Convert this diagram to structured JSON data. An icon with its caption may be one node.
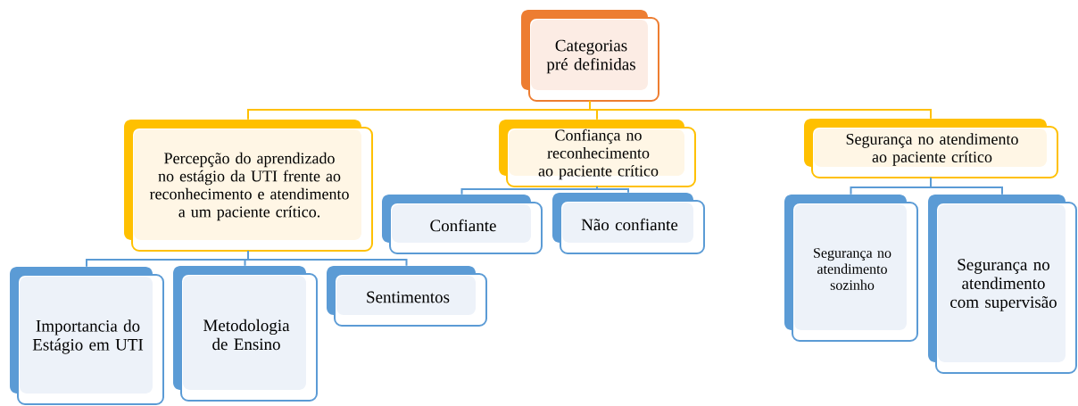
{
  "diagram": {
    "nodes": [
      {
        "text": [
          "Categorias pré definidas"
        ]
      },
      {
        "text": [
          "Percepção do aprendizado no estágio da UTI frente ao reconhecimento e atendimento a um paciente crítico."
        ]
      },
      {
        "text": [
          "Confiança no reconhecimento ao paciente crítico"
        ]
      },
      {
        "text": [
          "Segurança no atendimento ao paciente crítico"
        ]
      },
      {
        "text": [
          "Confiante"
        ]
      },
      {
        "text": [
          "Não confiante"
        ]
      },
      {
        "text": [
          "Segurança no atendimento sozinho"
        ]
      },
      {
        "text": [
          "Segurança no atendimento com supervisão"
        ]
      },
      {
        "text": [
          "Importancia do Estágio em UTI"
        ]
      },
      {
        "text": [
          "Metodologia de Ensino"
        ]
      },
      {
        "text": [
          "Sentimentos"
        ]
      }
    ],
    "edges": [
      {
        "from": 0,
        "to": 1,
        "arrow": "none",
        "color": "#ffc000"
      },
      {
        "from": 0,
        "to": 2,
        "arrow": "none",
        "color": "#ffc000"
      },
      {
        "from": 0,
        "to": 3,
        "arrow": "none",
        "color": "#ffc000"
      },
      {
        "from": 1,
        "to": 8,
        "arrow": "none"
      },
      {
        "from": 1,
        "to": 9,
        "arrow": "none"
      },
      {
        "from": 1,
        "to": 10,
        "arrow": "none"
      },
      {
        "from": 2,
        "to": 4,
        "arrow": "none"
      },
      {
        "from": 2,
        "to": 5,
        "arrow": "none"
      },
      {
        "from": 3,
        "to": 6,
        "arrow": "none"
      },
      {
        "from": 3,
        "to": 7,
        "arrow": "none"
      }
    ]
  }
}
